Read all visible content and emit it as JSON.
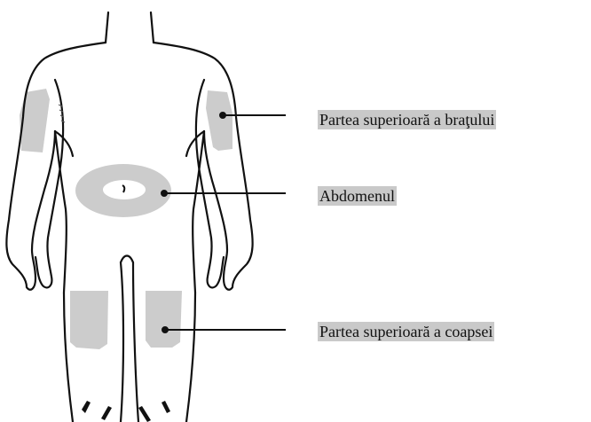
{
  "labels": {
    "upper_arm": "Partea superioară a braţului",
    "abdomen": "Abdomenul",
    "upper_thigh": "Partea superioară a coapsei"
  },
  "colors": {
    "outline": "#111111",
    "injection_area": "#cccccc",
    "label_highlight": "#c9c9c9",
    "background": "#ffffff"
  }
}
